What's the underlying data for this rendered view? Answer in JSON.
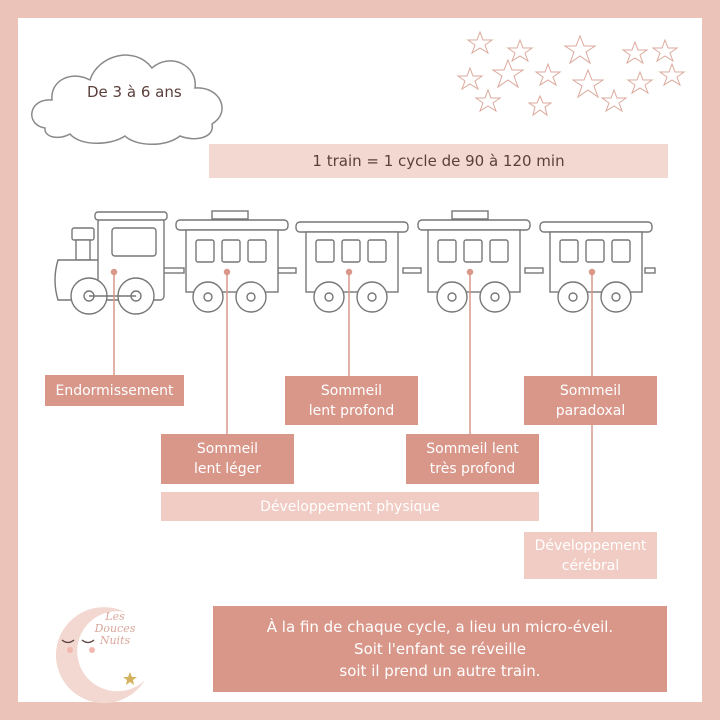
{
  "age_label": "De 3 à 6 ans",
  "cycle_banner": "1 train = 1 cycle de 90 à 120 min",
  "stages": {
    "endormissement": "Endormissement",
    "sommeil_lent_leger": "Sommeil\nlent léger",
    "sommeil_lent_profond": "Sommeil\nlent profond",
    "sommeil_lent_tres_profond": "Sommeil lent\ntrès profond",
    "sommeil_paradoxal": "Sommeil\nparadoxal"
  },
  "developpement_physique": "Développement physique",
  "developpement_cerebral": "Développement\ncérébral",
  "footer_note": "À la fin de chaque cycle, a lieu un micro-éveil.\nSoit l'enfant se réveille\nsoit il prend un autre train.",
  "logo_text": "Les\nDouces\nNuits",
  "colors": {
    "border": "#ecc3b9",
    "dark_box": "#d9978a",
    "light_box": "#f0ccc4",
    "banner": "#f3d8d1",
    "connector": "#d9978a",
    "train_outline": "#777777"
  },
  "icons": [
    "cloud-icon",
    "stars-icon",
    "train-icon",
    "moon-logo-icon"
  ]
}
